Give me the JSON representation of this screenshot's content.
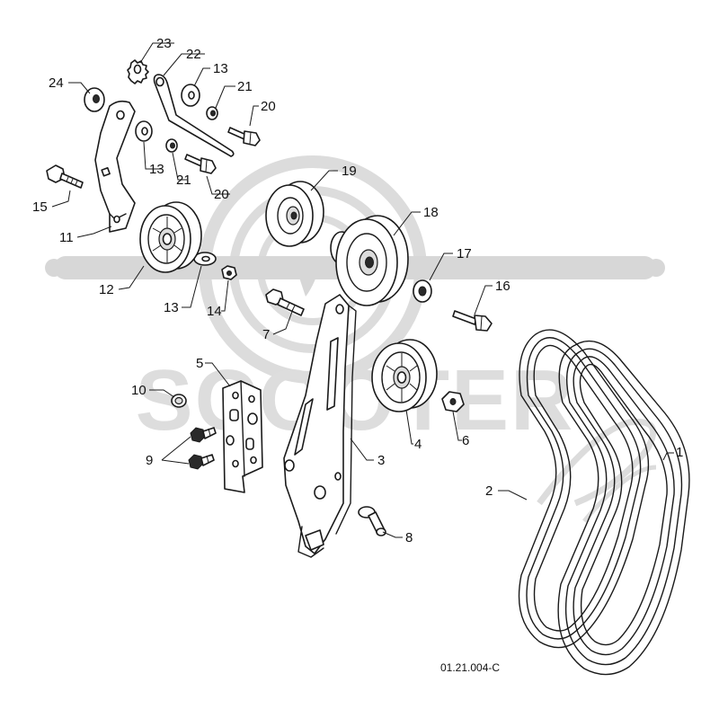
{
  "diagram": {
    "drawing_code": "01.21.004-C",
    "callouts": [
      "1",
      "2",
      "3",
      "4",
      "5",
      "6",
      "7",
      "8",
      "9",
      "10",
      "11",
      "12",
      "13",
      "14",
      "15",
      "16",
      "17",
      "18",
      "19",
      "20",
      "21",
      "22",
      "23",
      "24"
    ]
  },
  "watermark": {
    "text": "SCOOTER"
  },
  "colors": {
    "ink": "#1a1a1a",
    "watermark": "#d7d7d7",
    "background": "#ffffff"
  }
}
